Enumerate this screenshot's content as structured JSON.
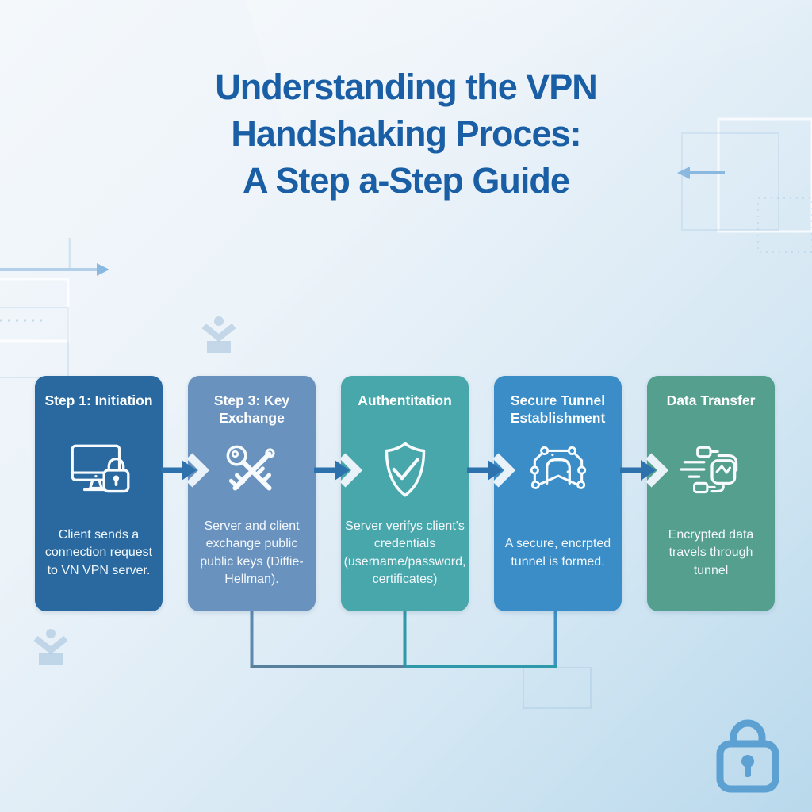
{
  "title": {
    "lines": [
      "Understanding the VPN",
      "Handshaking Proces:",
      "A Step a-Step Guide"
    ],
    "color": "#1a5fa5"
  },
  "steps": [
    {
      "title": "Step 1: Initiation",
      "description": "Client sends a connection request to VN VPN server.",
      "icon": "computer-lock",
      "color": "#29699f"
    },
    {
      "title": "Step 3: Key Exchange",
      "description": "Server and client exchange public public keys (Diffie-Hellman).",
      "icon": "crossed-keys",
      "color": "#6992bf"
    },
    {
      "title": "Authentitation",
      "description": "Server verifys client's credentials (username/password, certificates)",
      "icon": "shield-check",
      "color": "#48a7ab"
    },
    {
      "title": "Secure Tunnel Establishment",
      "description": "A secure, encrpted tunnel is formed.",
      "icon": "tunnel-nodes",
      "color": "#3b8dc7"
    },
    {
      "title": "Data Transfer",
      "description": "Encrypted data travels through tunnel",
      "icon": "data-transfer",
      "color": "#549f8e"
    }
  ],
  "cards_common": {
    "icon_color": "#f7fbfd",
    "text_color": "#f2f8fc"
  },
  "arrow": {
    "shaft_color": "#2e72ad",
    "chevron_color": "#e9f2f8"
  },
  "connectors": {
    "vertical_key_exchange": "#5d89af",
    "vertical_authentication": "#2d99a9",
    "vertical_tunnel": "#3e90c5",
    "horizontal_left": "#56809d",
    "horizontal_right": "#2d99a9"
  },
  "decor": {
    "lock_color": "#5da0d2",
    "accent_arrow_color": "#8ab8de",
    "ghost_icon_color": "rgba(130,170,205,0.38)"
  }
}
